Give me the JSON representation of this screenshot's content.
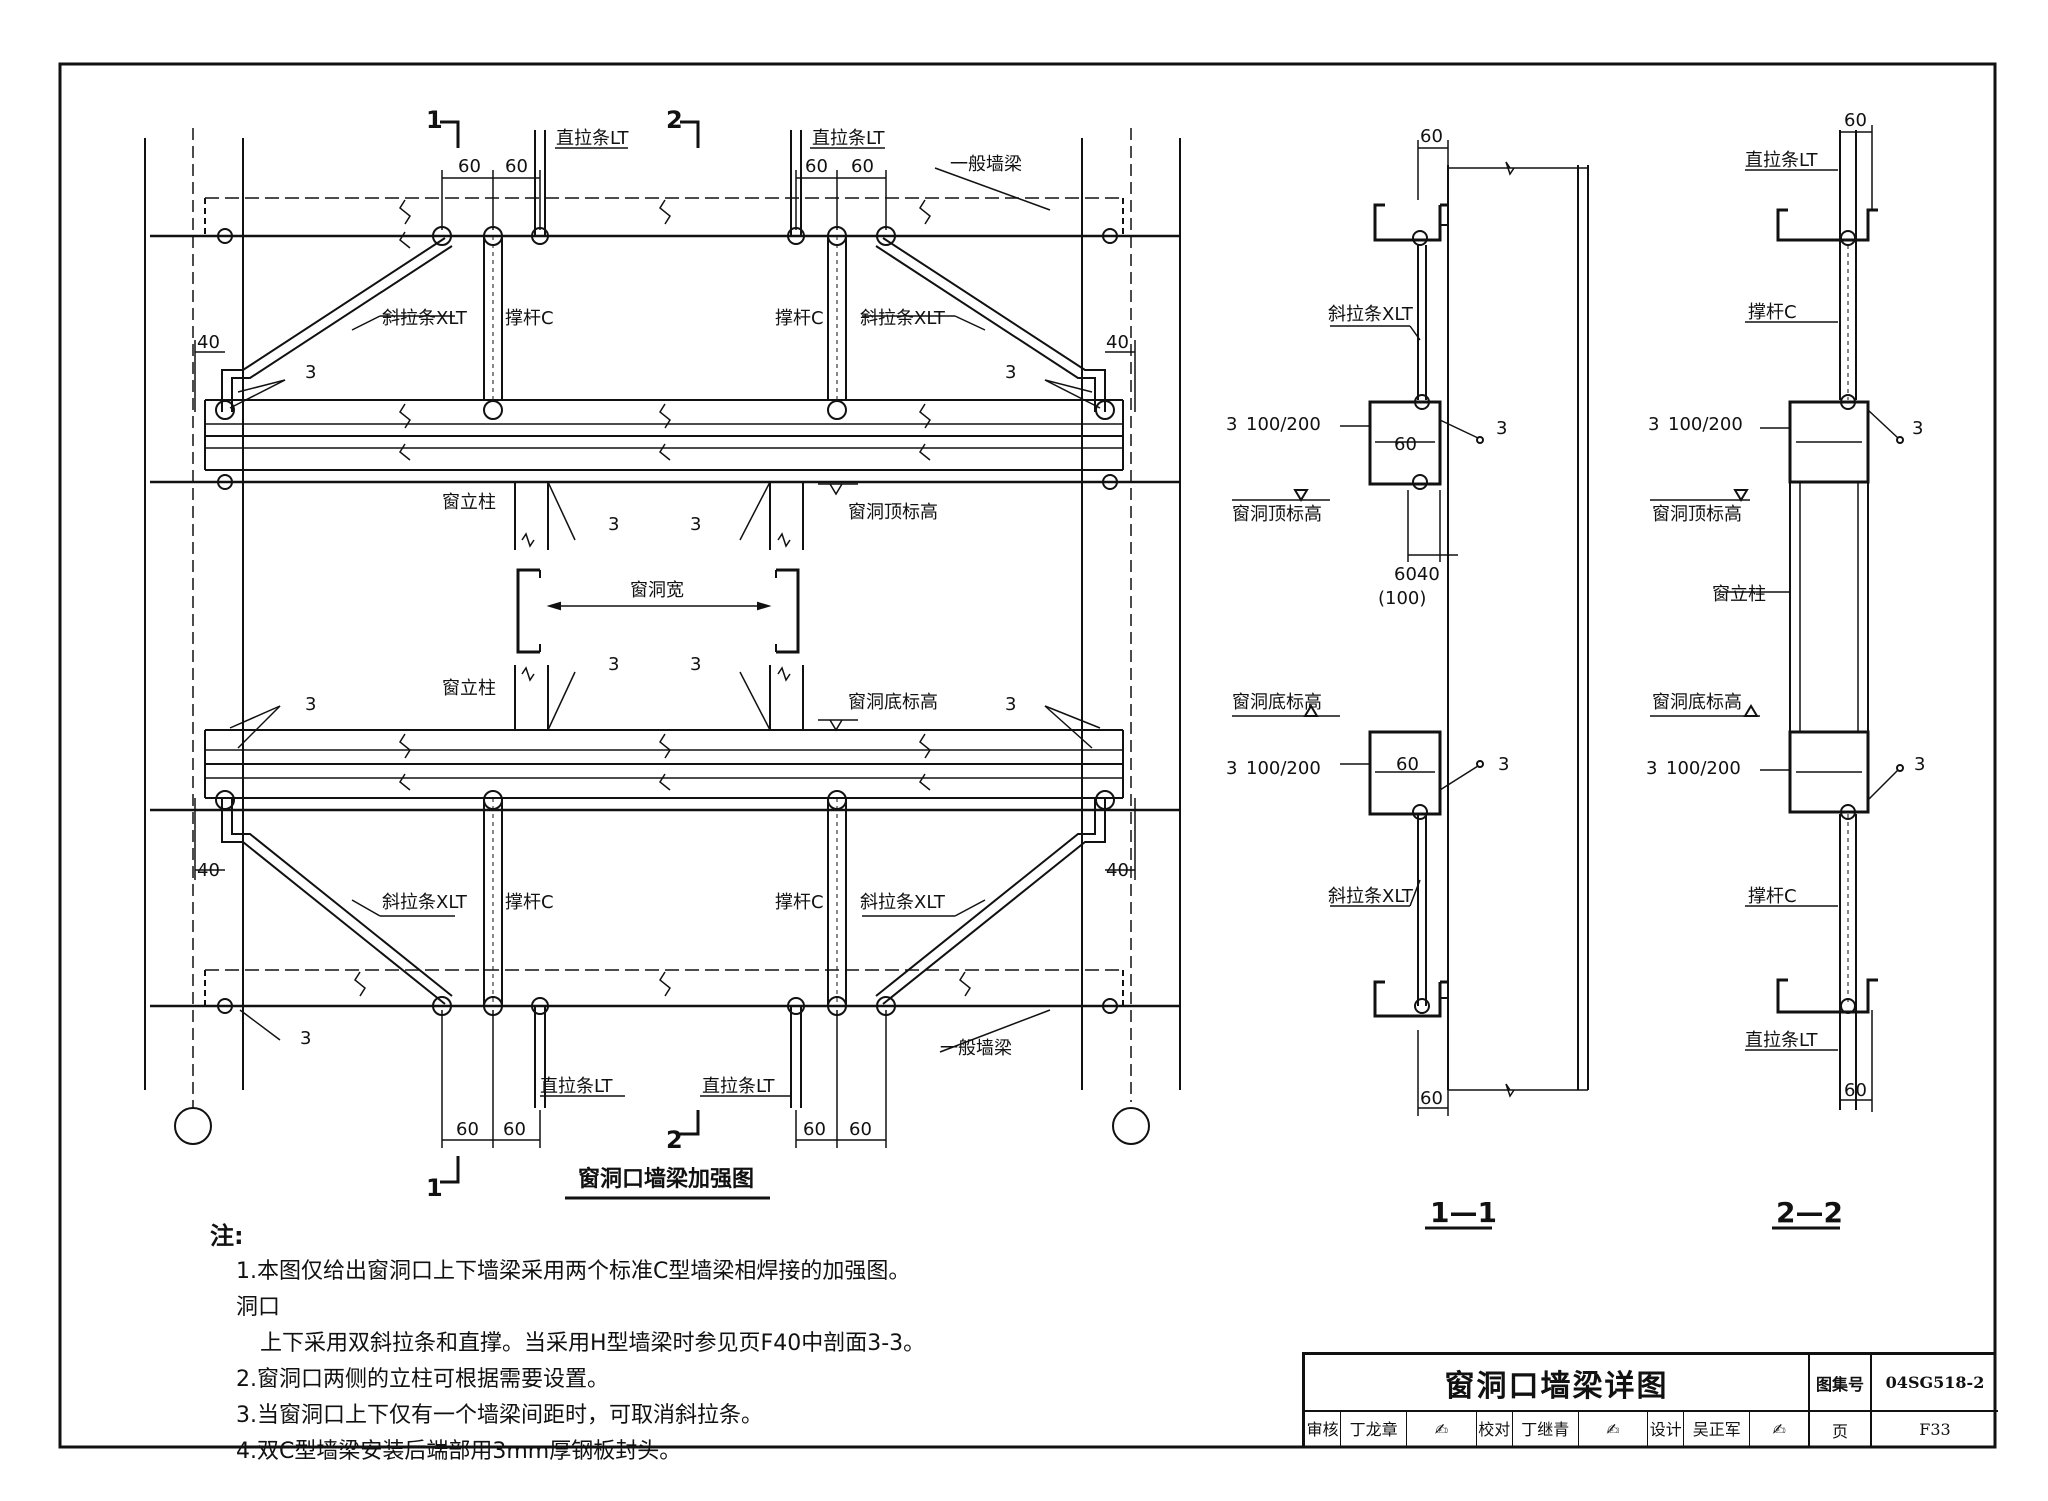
{
  "drawing": {
    "title": "窗洞口墙梁详图",
    "main_view_title": "窗洞口墙梁加强图",
    "section_1_title": "1—1",
    "section_2_title": "2—2",
    "section_mark_1": "1",
    "section_mark_2": "2"
  },
  "labels": {
    "lt": "直拉条LT",
    "xlt": "斜拉条XLT",
    "strut": "撑杆C",
    "general_beam": "一般墙梁",
    "window_post": "窗立柱",
    "window_width": "窗洞宽",
    "window_top": "窗洞顶标高",
    "window_bottom": "窗洞底标高",
    "weld3": "3",
    "weld3b": "3",
    "weld_spec": "100/200",
    "dim60": "60",
    "dim40": "40",
    "dim6040": "6040",
    "dim100": "(100)"
  },
  "notes": {
    "head": "注:",
    "n1a": "1.本图仅给出窗洞口上下墙梁采用两个标准C型墙梁相焊接的加强图。洞口",
    "n1b": "上下采用双斜拉条和直撑。当采用H型墙梁时参见页F40中剖面3-3。",
    "n2": "2.窗洞口两侧的立柱可根据需要设置。",
    "n3": "3.当窗洞口上下仅有一个墙梁间距时，可取消斜拉条。",
    "n4": "4.双C型墙梁安装后端部用3mm厚钢板封头。"
  },
  "title_block": {
    "title": "窗洞口墙梁详图",
    "atlas_label": "图集号",
    "atlas_no": "04SG518-2",
    "review_label": "审核",
    "reviewer": "丁龙章",
    "check_label": "校对",
    "checker": "丁继青",
    "design_label": "设计",
    "designer": "吴正军",
    "page_label": "页",
    "page_no": "F33"
  }
}
